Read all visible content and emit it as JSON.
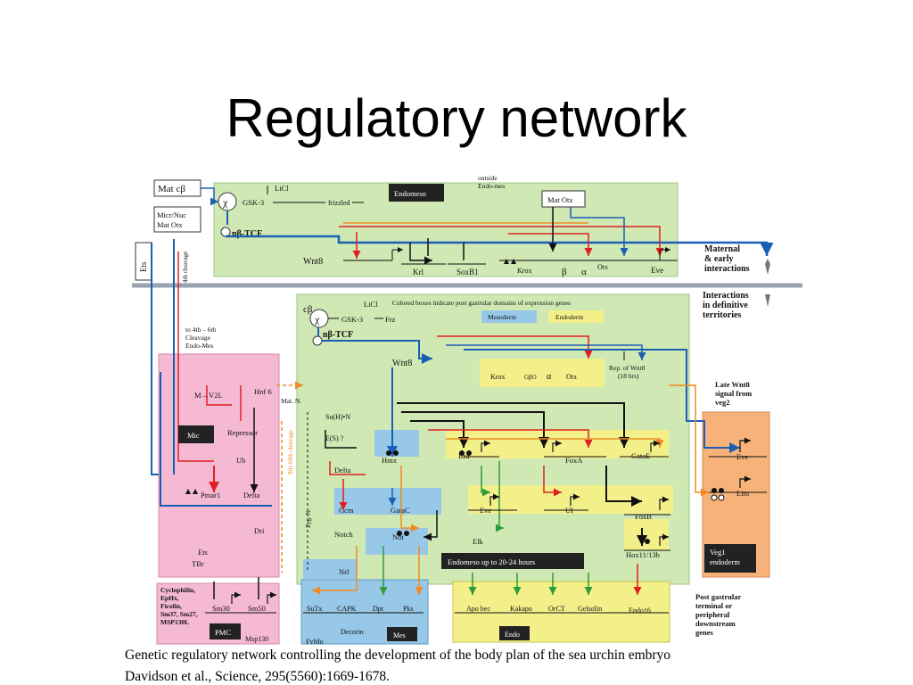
{
  "slide": {
    "title": "Regulatory network",
    "caption_line1": "Genetic regulatory network controlling the development of the body plan of the sea urchin embryo",
    "caption_line2": "Davidson et al., Science, 295(5560):1669-1678."
  },
  "colors": {
    "endomeso_green": "#cfe8b4",
    "mic_pink": "#f5b9d3",
    "veg1_orange": "#f7b27a",
    "endo_yellow": "#f3f08a",
    "mes_blue": "#98c8e8",
    "pmc_pink": "#f5b9d3",
    "arrow_blue": "#1a5fb4",
    "arrow_red": "#e02020",
    "arrow_orange": "#f08a24",
    "arrow_dark": "#111111",
    "arrow_green": "#2e9b3a"
  },
  "diagram": {
    "top_section": {
      "mat_cb": "Mat cβ",
      "micr_nuc": "Micr/Nuc",
      "mat_otx_left": "Mat Otx",
      "chi": "χ",
      "licl": "LiCl",
      "gsk3": "GSK-3",
      "frizzled": "frizzled",
      "nb_tcf": "nβ-TCF",
      "outside_endo_mes": "outside\nEndo-mes",
      "endomeso_label": "Endomeso",
      "mat_otx_box": "Mat Otx",
      "ets": "Ets",
      "cleavage_4th": "4th cleavage",
      "wnt8": "Wnt8",
      "krl": "Krl",
      "soxb1": "SoxB1",
      "krox": "Krox",
      "beta": "β",
      "alpha": "α",
      "otx": "Otx",
      "eve": "Eve"
    },
    "right_notes": {
      "maternal": "Maternal\n& early\ninteractions",
      "definitive": "Interactions\nin definitive\nterritories",
      "late_wnt8": "Late Wnt8\nsignal from\nveg2",
      "post_gastrular": "Post gastrular\nterminal or\nperipheral\ndownstream\ngenes"
    },
    "lower_section": {
      "colored_boxes": "Colored boxes indicate post gastrular domains of expression genes",
      "mesoderm_key": "Mesoderm",
      "endoderm_key": "Endoderm",
      "cb": "cβ",
      "chi": "χ",
      "licl": "LiCl",
      "gsk3": "GSK-3",
      "frz": "Frz",
      "nb_tcf": "nβ-TCF",
      "wnt8": "Wnt8",
      "krox": "Krox",
      "gbo": "GβO",
      "alpha": "α",
      "otx": "Otx",
      "rep_wnt8": "Rep. of Wnt8\n(18 hrs)",
      "to_4th_6th": "to 4th – 6th\nCleavage\nEndo-Mes",
      "m_v2l": "M→V2L",
      "hnf6": "Hnf 6",
      "repressor": "Repressor",
      "mic": "Mic",
      "ub": "Ub",
      "pmar1": "Pmar1",
      "delta_mic": "Delta",
      "ets": "Ets",
      "dri": "Dri",
      "tbr": "TBr",
      "mat_n": "Mat. N.",
      "cleavage_9_10": "9th-10th cleavage",
      "zyg_n": "Zyg. N.",
      "su_h_n": "Su(H)•N",
      "e_s": "E(S) ?",
      "delta": "Delta",
      "gcm": "Gcm",
      "notch": "Notch",
      "gatac": "GataC",
      "not": "Not",
      "nrl": "Nrl",
      "hmx": "Hmx",
      "bra": "Bra",
      "foxa": "FoxA",
      "gatae": "GataE",
      "eve": "Eve",
      "ui": "UI",
      "elk": "Elk",
      "foxb": "FoxB",
      "hox": "Hox11/13b",
      "endomeso_hours": "Endomeso up to 20-24 hours",
      "veg1_eve": "Eve",
      "lim": "Lim",
      "veg1_endoderm": "Veg1\nendoderm"
    },
    "bottom_section": {
      "pmc_genes": "Cyclophilin,\nEpHx,\nFicolin,\nSm37, Sm27,\nMSP130L",
      "sm30": "Sm30",
      "sm50": "Sm50",
      "pmc": "PMC",
      "msp130": "Msp130",
      "sutx": "SuTx",
      "capk": "CAPK",
      "dpt": "Dpt",
      "pks": "Pks",
      "fvmo": "FvMo",
      "decorin": "Decorin",
      "mes": "Mes",
      "apo_bec": "Apo bec",
      "kakapo": "Kakapo",
      "orct": "OrCT",
      "gelsolin": "Gelsolin",
      "endo16": "Endo16",
      "endo": "Endo"
    }
  }
}
